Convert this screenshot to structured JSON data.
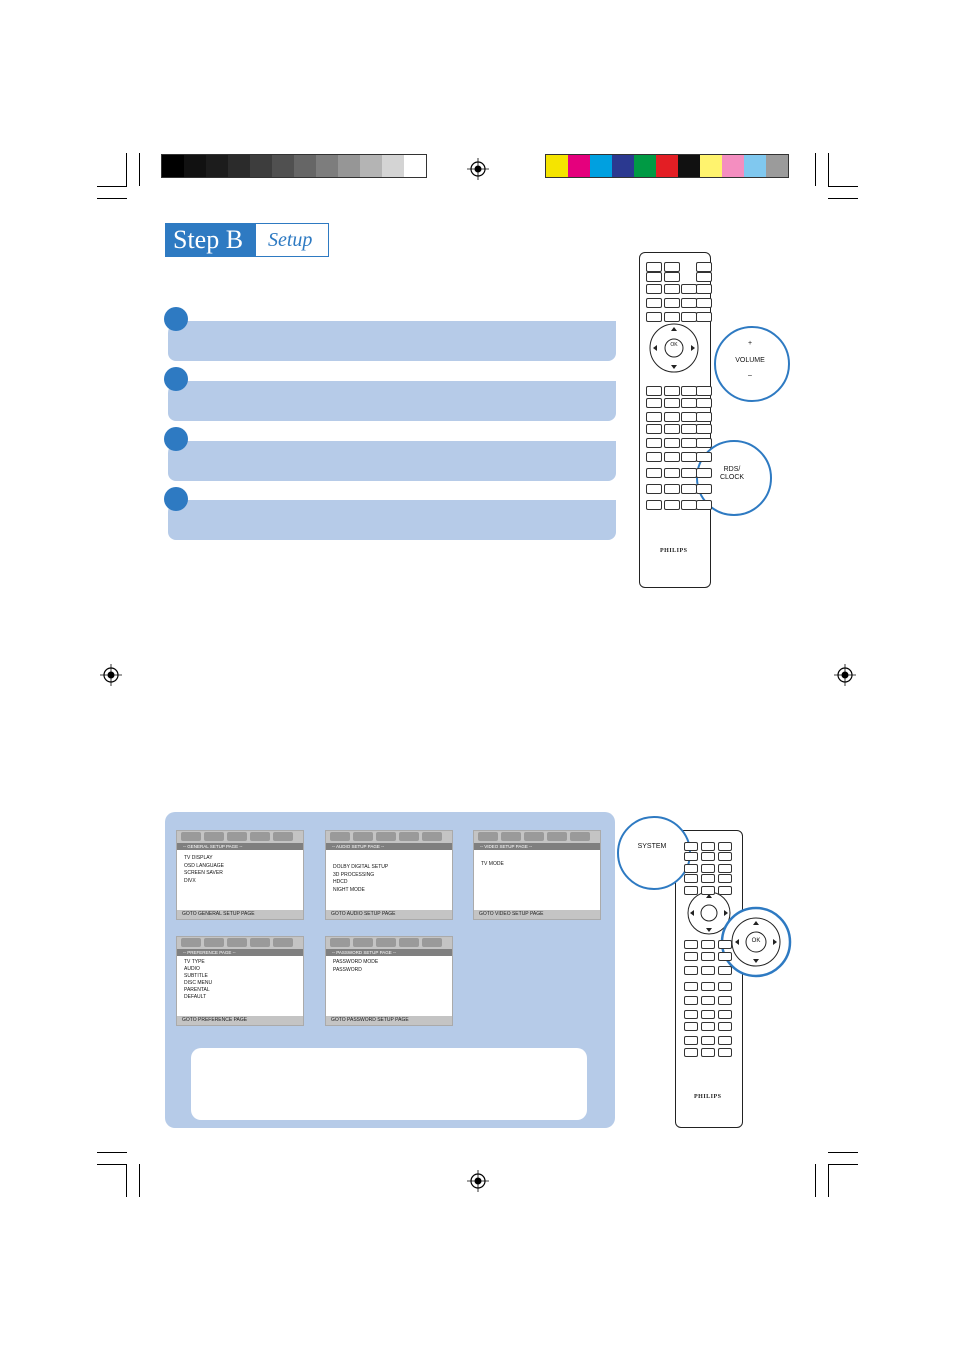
{
  "header": {
    "step": "Step B",
    "section": "Setup"
  },
  "colors": {
    "accent_blue": "#2e7ac2",
    "panel_blue": "#b6cbe8",
    "grayscale_bar": [
      "#000000",
      "#111111",
      "#1c1c1c",
      "#2b2b2b",
      "#3d3d3d",
      "#505050",
      "#666666",
      "#7d7d7d",
      "#969696",
      "#b4b4b4",
      "#d4d4d4",
      "#ffffff"
    ],
    "color_bar": [
      "#f5e400",
      "#e5007d",
      "#00a0e0",
      "#2b3990",
      "#009a44",
      "#e31e24",
      "#111111",
      "#fff36e",
      "#f48ec0",
      "#80c8ef",
      "#9b9b9b"
    ]
  },
  "remote_top": {
    "brand": "PHILIPS",
    "ok_label": "OK",
    "volume_callout": {
      "plus": "+",
      "label": "VOLUME",
      "minus": "–"
    },
    "rds_callout": {
      "line1": "RDS/",
      "line2": "CLOCK"
    }
  },
  "remote_bottom": {
    "brand": "PHILIPS",
    "ok_label": "OK",
    "system_callout": "SYSTEM"
  },
  "screens": [
    {
      "title": "-- GENERAL SETUP PAGE --",
      "items": [
        "TV DISPLAY",
        "OSD LANGUAGE",
        "SCREEN SAVER",
        "DIVX"
      ],
      "footer": "GOTO GENERAL SETUP PAGE"
    },
    {
      "title": "-- AUDIO SETUP PAGE --",
      "items": [
        "DOLBY DIGITAL SETUP",
        "3D PROCESSING",
        "HDCD",
        "NIGHT MODE"
      ],
      "footer": "GOTO AUDIO SETUP PAGE"
    },
    {
      "title": "-- VIDEO SETUP PAGE --",
      "items": [
        "TV MODE"
      ],
      "footer": "GOTO VIDEO SETUP PAGE"
    },
    {
      "title": "-- PREFERENCE PAGE --",
      "items": [
        "TV TYPE",
        "AUDIO",
        "SUBTITLE",
        "DISC MENU",
        "PARENTAL",
        "DEFAULT"
      ],
      "footer": "GOTO PREFERENCE PAGE"
    },
    {
      "title": "-- PASSWORD SETUP PAGE --",
      "items": [
        "PASSWORD MODE",
        "PASSWORD"
      ],
      "footer": "GOTO PASSWORD SETUP PAGE"
    }
  ]
}
